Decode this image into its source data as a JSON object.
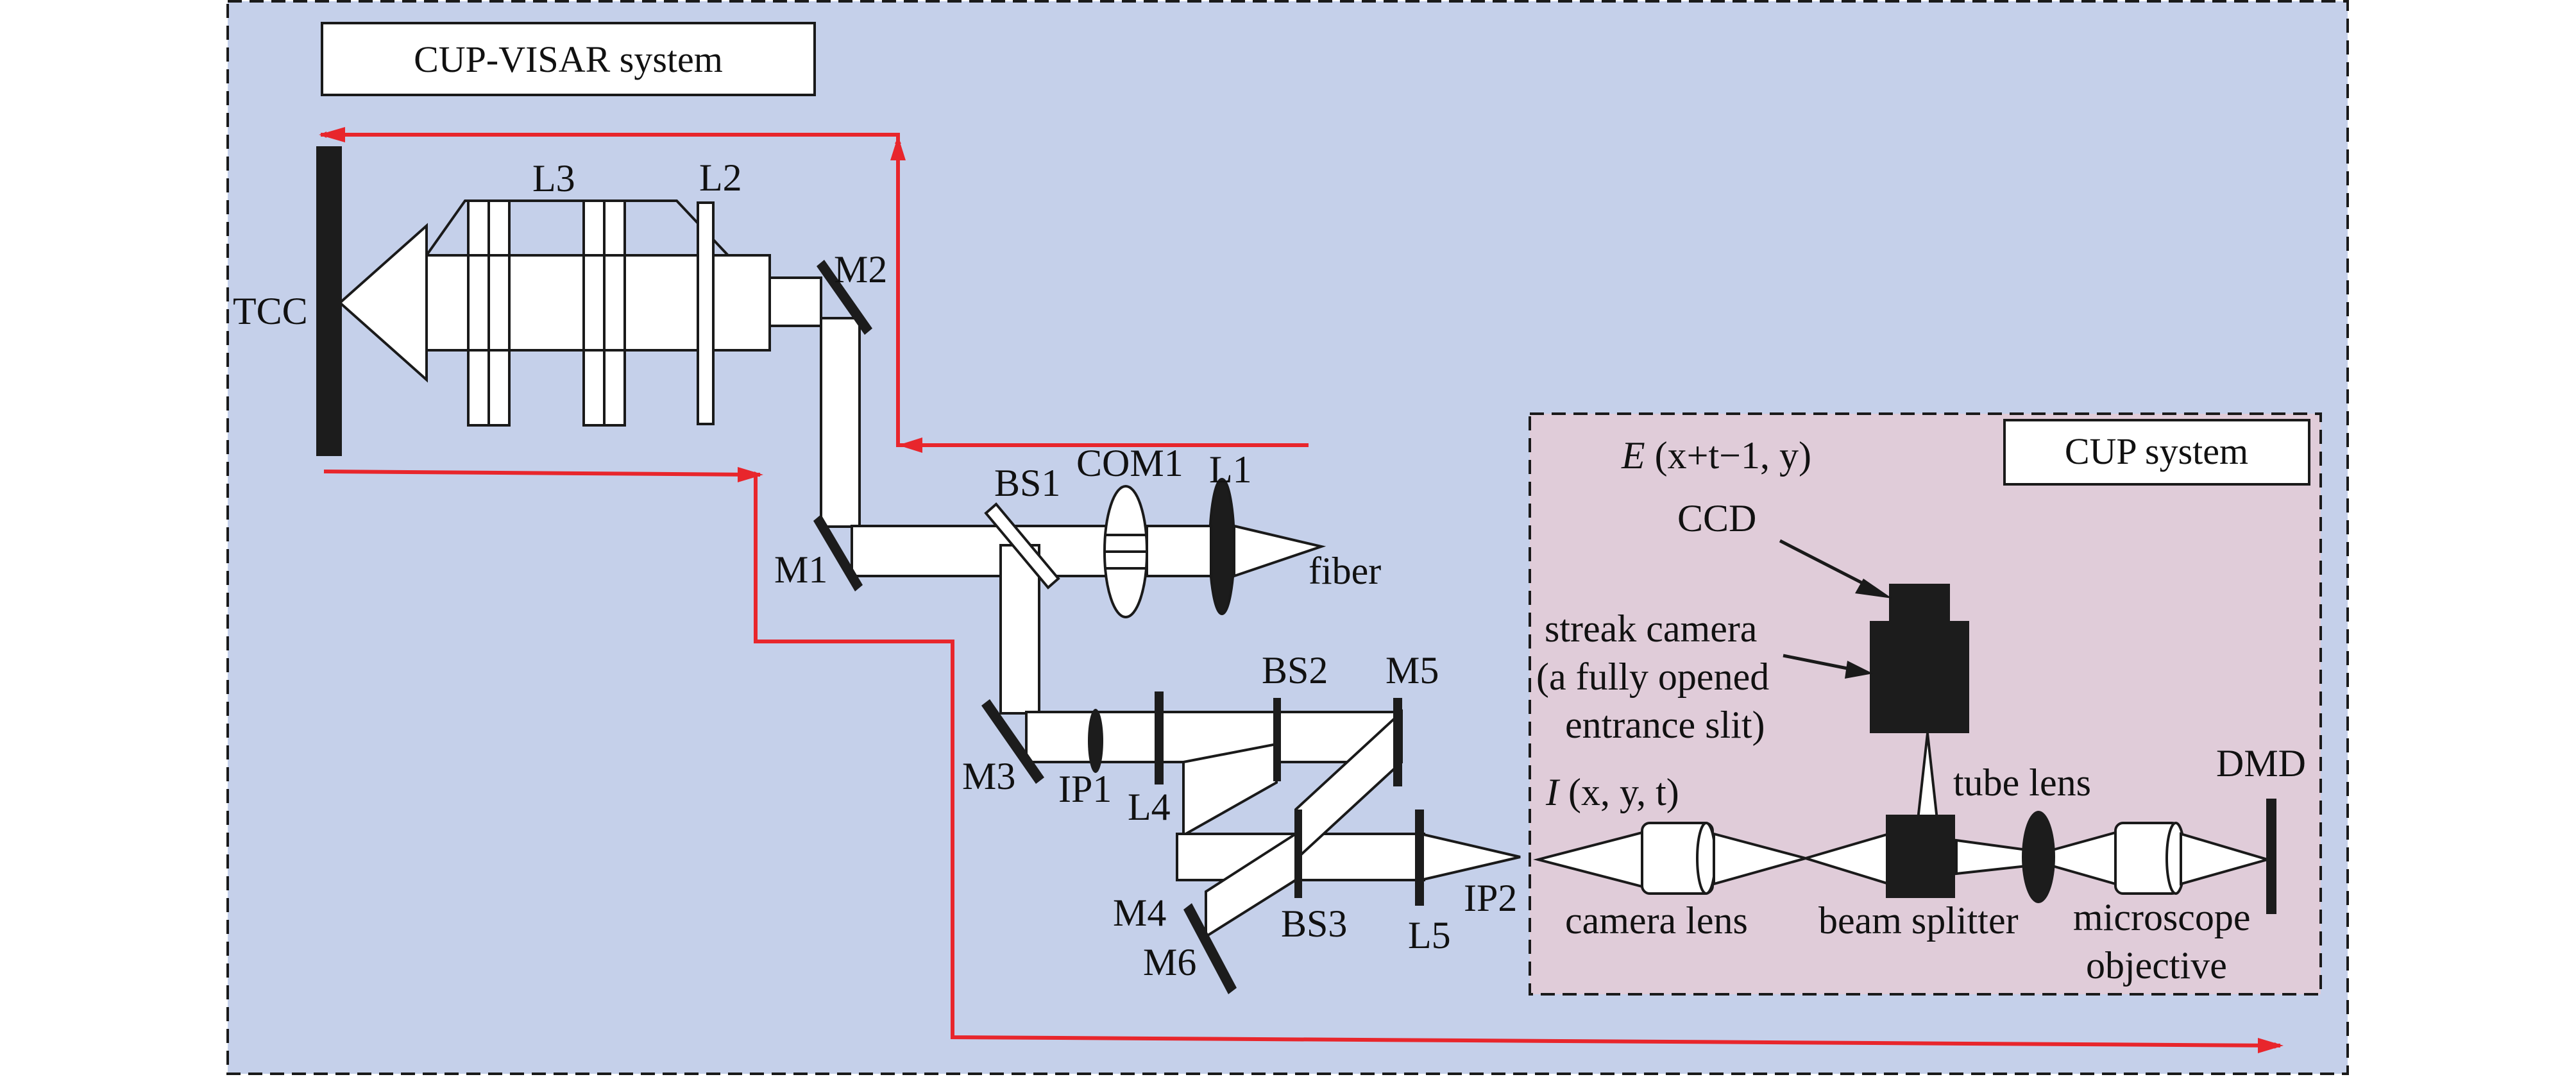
{
  "colors": {
    "outer_background": "#c5d0ea",
    "cup_background": "#e0ccd9",
    "optics_fill": "#ffffff",
    "component_dark": "#1c1c1c",
    "signal_path": "#e8262c",
    "outline": "#1a1a1a"
  },
  "titles": {
    "cup_visar": "CUP-VISAR system",
    "cup": "CUP system"
  },
  "labels": {
    "tcc": "TCC",
    "l3": "L3",
    "l2": "L2",
    "m2": "M2",
    "m1": "M1",
    "bs1": "BS1",
    "com1": "COM1",
    "l1": "L1",
    "fiber": "fiber",
    "bs2": "BS2",
    "m5": "M5",
    "m3": "M3",
    "ip1": "IP1",
    "l4": "L4",
    "m4": "M4",
    "m6": "M6",
    "bs3": "BS3",
    "l5": "L5",
    "ip2": "IP2"
  },
  "cup_labels": {
    "e_prefix": "E",
    "e_args": " (x+t−1, y)",
    "ccd": "CCD",
    "streak_camera_line1": "streak camera",
    "streak_camera_line2": "(a fully opened",
    "streak_camera_line3": "entrance slit)",
    "i_prefix": "I",
    "i_args": " (x, y, t)",
    "tube_lens": "tube lens",
    "dmd": "DMD",
    "camera_lens": "camera lens",
    "beam_splitter": "beam splitter",
    "microscope_line1": "microscope",
    "microscope_line2": "objective"
  }
}
